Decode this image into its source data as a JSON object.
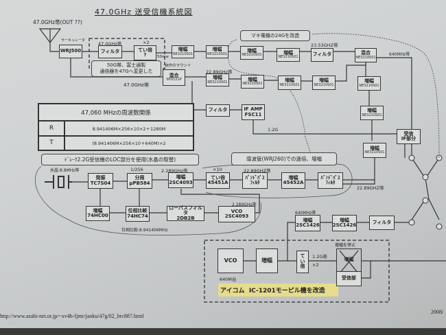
{
  "title": "47.0GHz 送受信機系統図",
  "labels": {
    "out": "47.0GHz帯(OUT ??)",
    "circulator": "サーキュレータ",
    "f47": "47.0GHz帯",
    "x2": "×2",
    "mw50": "50mw",
    "f47b": "47.0GHz帯",
    "mount": "自作のマウント",
    "f2289a": "22.89GHz帯",
    "f2353": "23.53GHZ帯",
    "f640": "640MHz帯",
    "g12": "1.2G",
    "crystal": "水晶:8.8MHz帯",
    "div256": "1/256",
    "f2289b": "2.289GHz帯",
    "x10": "×10",
    "f2289c": "22.89GHZ帯",
    "f2289d": "22.89GHZ帯",
    "f2289e": "2.289GHz帯",
    "phase": "位相比較:8.941406MHz",
    "f640b": "640MHz帯",
    "m640": "640M台",
    "g12b": "1.2G帯",
    "x2b": "×2",
    "stop": "増幅を停止"
  },
  "notes": {
    "fujitsu": "50G帯、富士通製\n通倍器を47Gへ変更した",
    "maki": "マキ電機の24Gを改造",
    "loc": "ﾄﾞﾚｰｸ2.2G受信機のLOC部分を使用(水晶の取替)",
    "wrj": "導波管(WRJ260)での逓倍、増幅",
    "icom": "アイコム  IC-1201モーピル機を改造"
  },
  "table": {
    "header": "47,060  MHzの周波数関係",
    "rows": [
      {
        "k": "R",
        "v": "8.941406M×256×10×2＋1280M"
      },
      {
        "k": "T",
        "v": "(8.941406M×256×10＋640M)×2"
      }
    ]
  },
  "blocks": {
    "wrj500": "WRJ500",
    "filter": "フィルタ",
    "teibai": "てい倍",
    "q": "?",
    "amp": "増幅",
    "ne": "NE3210S01",
    "mix": "混合",
    "spd": "SPD121P",
    "ifamp": "IF AMP",
    "fsc": "FSC11",
    "rx1": "受信",
    "rx2": "IF部分",
    "osc": "発振",
    "tc7": "TC7S04",
    "bunshu": "分周",
    "upb": "μPB584",
    "sc4093": "2SC4093",
    "a45451": "45451A",
    "bpf1": "ﾊﾞﾝﾄﾞﾊﾟｽ",
    "bpf2": "ﾌｨﾙﾀ",
    "a45452": "45452A",
    "hc00": "74HC00",
    "phasecmp": "位相比較",
    "hc74": "74HC74",
    "lpf": "ローパスフィルタ",
    "db2b": "2DB2B",
    "vco": "VCO",
    "sc1426": "2SC1426",
    "tei1": "て",
    "tei2": "い",
    "tei3": "倍",
    "rxsec": "受信部"
  },
  "footer": {
    "url": "http://www.asahi-net.or.jp/~xv4h-fjmr/janku/47g/02_brc887.html",
    "date": "2008/"
  }
}
